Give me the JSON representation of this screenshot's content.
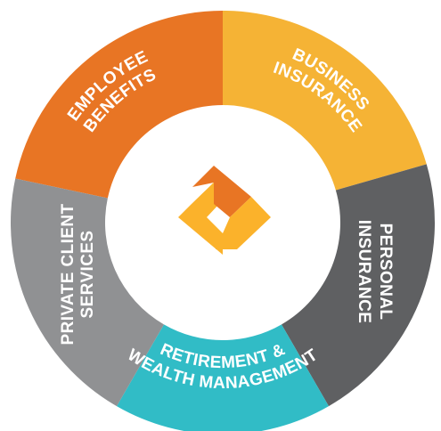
{
  "diagram": {
    "segments": [
      {
        "id": "employee-benefits",
        "lines": [
          "EMPLOYEE",
          "BENEFITS"
        ],
        "color": "#E87524"
      },
      {
        "id": "business-insurance",
        "lines": [
          "BUSINESS",
          "INSURANCE"
        ],
        "color": "#F5B335"
      },
      {
        "id": "personal-insurance",
        "lines": [
          "PERSONAL",
          "INSURANCE"
        ],
        "color": "#5F6062"
      },
      {
        "id": "retirement-wealth",
        "lines": [
          "RETIREMENT &",
          "WEALTH MANAGEMENT"
        ],
        "color": "#31BCC6"
      },
      {
        "id": "private-client",
        "lines": [
          "PRIVATE CLIENT",
          "SERVICES"
        ],
        "color": "#909193"
      }
    ],
    "center_logo": {
      "shape_color_dark": "#E87524",
      "shape_color_light": "#FBB22B",
      "icon": "chevron-diamond-logo"
    }
  }
}
